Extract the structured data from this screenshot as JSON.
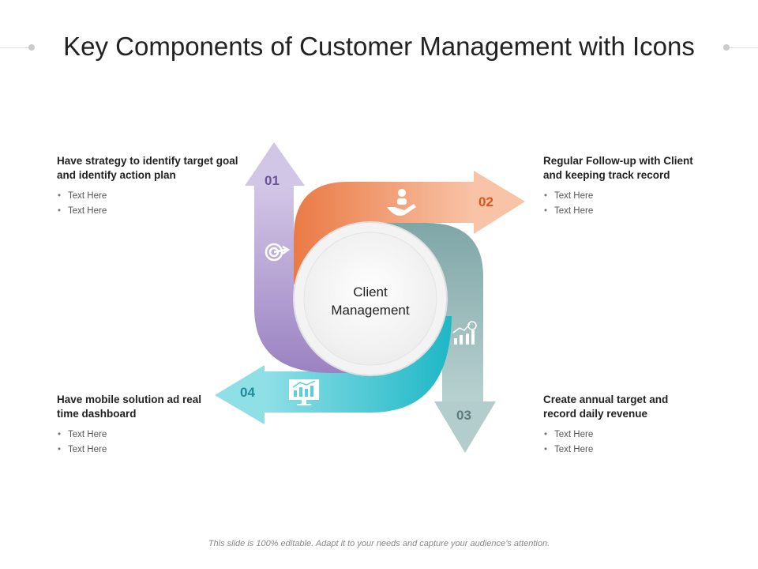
{
  "title": "Key Components of Customer Management with Icons",
  "center_label": [
    "Client",
    "Management"
  ],
  "steps": [
    {
      "number": "01",
      "heading": "Have strategy to identify target goal and identify action plan",
      "bullets": [
        "Text Here",
        "Text Here"
      ],
      "icon": "target-icon",
      "color": "#a58fc8"
    },
    {
      "number": "02",
      "heading": "Regular Follow-up with Client and keeping track record",
      "bullets": [
        "Text Here",
        "Text Here"
      ],
      "icon": "hand-person-icon",
      "color": "#ef8c5c"
    },
    {
      "number": "03",
      "heading": "Create annual target and record daily revenue",
      "bullets": [
        "Text Here",
        "Text Here"
      ],
      "icon": "revenue-chart-icon",
      "color": "#8fb2b2"
    },
    {
      "number": "04",
      "heading": "Have mobile solution ad real time dashboard",
      "bullets": [
        "Text Here",
        "Text Here"
      ],
      "icon": "dashboard-monitor-icon",
      "color": "#2cc0cc"
    }
  ],
  "footer": "This slide is 100% editable. Adapt it to your needs and capture your audience’s attention."
}
